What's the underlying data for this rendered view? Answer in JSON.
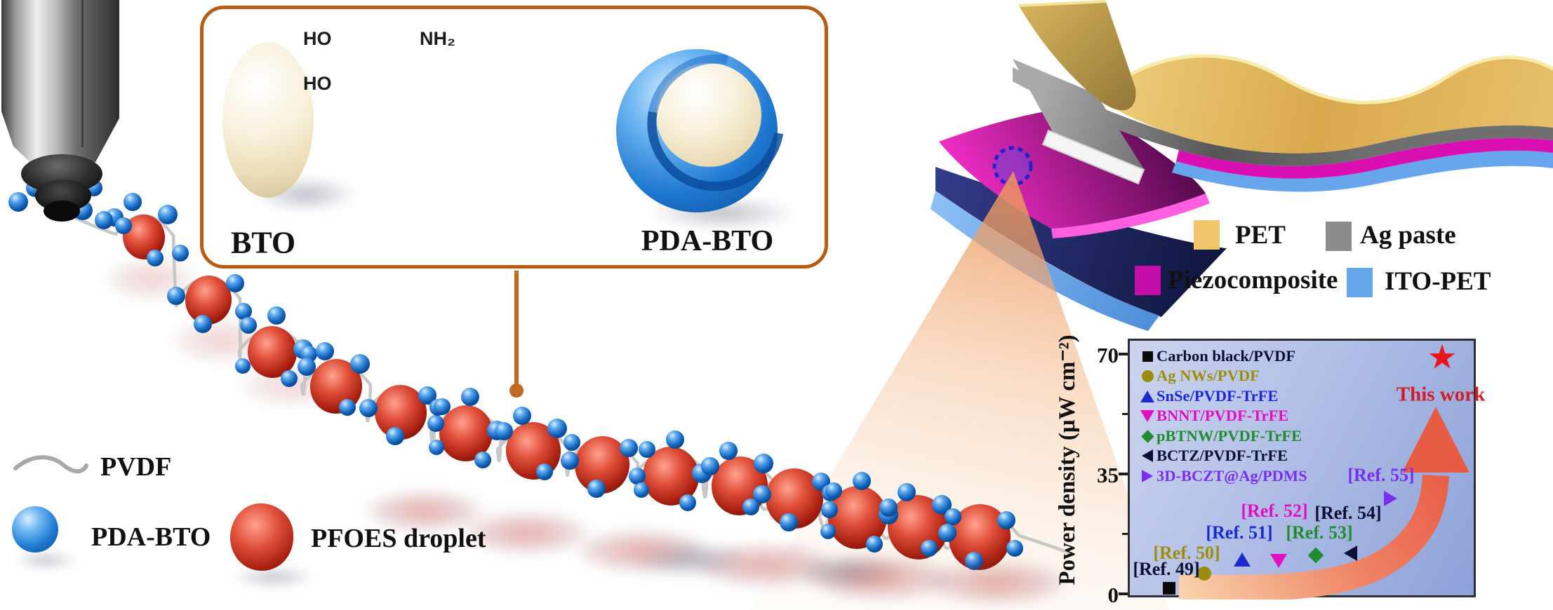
{
  "figure": {
    "kind": "graphical-abstract"
  },
  "inset": {
    "label_left": "BTO",
    "label_right": "PDA-BTO",
    "chem": {
      "oh_top": "HO",
      "oh_bottom": "HO",
      "amine": "NH₂"
    }
  },
  "scene_legend": {
    "fiber_label": "PVDF",
    "bead_label": "PDA-BTO",
    "droplet_label": "PFOES droplet"
  },
  "device_legend": {
    "items": [
      {
        "label": "PET",
        "color": "#EFC66A"
      },
      {
        "label": "Ag paste",
        "color": "#8C8C8C"
      },
      {
        "label": "Piezocomposite",
        "color": "#C50DA9"
      },
      {
        "label": "ITO-PET",
        "color": "#66A5EC"
      }
    ]
  },
  "chart_data": {
    "type": "scatter",
    "title": "",
    "xlabel": "",
    "ylabel": "Power density (μW cm⁻²)",
    "ylim": [
      0,
      70
    ],
    "yticks": [
      0,
      35,
      70
    ],
    "ytick_labels": [
      "70",
      "35",
      "0"
    ],
    "grid": false,
    "legend_position": "upper left",
    "background": "light blue diagonal gradient",
    "series": [
      {
        "label": "Carbon black/PVDF",
        "marker": "square",
        "color": "#0A0A0A"
      },
      {
        "label": "Ag NWs/PVDF",
        "marker": "circle",
        "color": "#9C8D0A"
      },
      {
        "label": "SnSe/PVDF-TrFE",
        "marker": "triangle-up",
        "color": "#1B2BD0"
      },
      {
        "label": "BNNT/PVDF-TrFE",
        "marker": "triangle-down",
        "color": "#E30EC2"
      },
      {
        "label": "pBTNW/PVDF-TrFE",
        "marker": "diamond",
        "color": "#1F8C2F"
      },
      {
        "label": "BCTZ/PVDF-TrFE",
        "marker": "triangle-left",
        "color": "#0D1033"
      },
      {
        "label": "3D-BCZT@Ag/PDMS",
        "marker": "triangle-right",
        "color": "#7A2FF0"
      }
    ],
    "points": [
      {
        "label": "[Ref. 49]",
        "series": "Carbon black/PVDF",
        "value": 2
      },
      {
        "label": "[Ref. 50]",
        "series": "Ag NWs/PVDF",
        "value": 6.5
      },
      {
        "label": "[Ref. 51]",
        "series": "SnSe/PVDF-TrFE",
        "value": 10.5
      },
      {
        "label": "[Ref. 52]",
        "series": "BNNT/PVDF-TrFE",
        "value": 10.5
      },
      {
        "label": "[Ref. 53]",
        "series": "pBTNW/PVDF-TrFE",
        "value": 12
      },
      {
        "label": "[Ref. 54]",
        "series": "BCTZ/PVDF-TrFE",
        "value": 12.5
      },
      {
        "label": "[Ref. 55]",
        "series": "3D-BCZT@Ag/PDMS",
        "value": 28.5
      },
      {
        "label": "This work",
        "series": "This work",
        "value": 69
      }
    ],
    "annotations": [
      {
        "text": "This work",
        "color": "#CF1E2A",
        "marker": "star",
        "marker_color": "#E8141E"
      }
    ],
    "star_glyph": "★",
    "trend_arrow": "rising coral arrow from low-left to the star"
  }
}
